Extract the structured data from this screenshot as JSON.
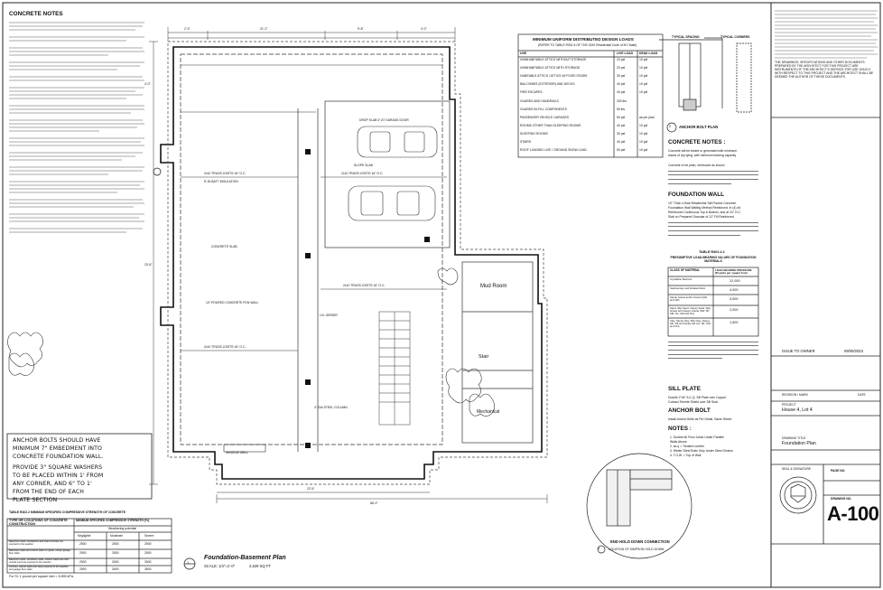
{
  "notes": {
    "concrete_notes_title": "CONCRETE NOTES",
    "concrete_notes_short_title": "CONCRETE NOTES :",
    "concrete_notes_short_1": "Concrete will be tested or generated with minimum",
    "concrete_notes_short_2": "traces of dry-tying, with minimum bearing capacity",
    "concrete_notes_short_3": "Concrete to be plain, reinforced as shown",
    "foundation_wall_title": "FOUNDATION WALL",
    "foundation_wall_1": "10\" Thick 4-Slab Residential Tall Poured Concrete",
    "foundation_wall_2": "Foundation Wall Walling Method Reinforced, in (4) #4",
    "foundation_wall_3": "Reinforced Continuous Top & Bottom, and at 24\" O.C.",
    "foundation_wall_4": "Slab on Prepared Granular of 12\" Fill Reinforced",
    "sill_plate_title": "SILL PLATE",
    "sill_plate_1": "Double 2\"x6\" A.C.Q. Sill Plate over Copper",
    "sill_plate_2": "Contact Termite Shield over Sill Seal.",
    "anchor_bolt_title": "ANCHOR BOLT",
    "anchor_bolt_1": "Install Anchor Bolts as Per Detail, Same Street.",
    "notes_title": "NOTES :",
    "notes_1": "1.  Double All Floor Joists Under Parallel",
    "notes_2": "     Walls Above.",
    "notes_3": "2.  ac.q = Treated Lumber",
    "notes_4": "3.  Wetter Steel Bolts Only Under Steel Girders",
    "notes_5": "4.  T.O.W. = Top of Wall"
  },
  "handwritten": {
    "line1": "ANCHOR BOLTS SHOULD HAVE",
    "line2": "MINIMUM 7\" EMBEDMENT INTO",
    "line3": "CONCRETE FOUNDATION WALL.",
    "line4": "PROVIDE 3\" SQUARE WASHERS",
    "line5": "TO BE PLACED WITHIN 1' FROM",
    "line6": "ANY CORNER, AND 6\" TO 1'",
    "line7": "FROM THE END OF EACH",
    "line8": "PLATE SECTION"
  },
  "live_loads": {
    "title": "MINIMUM UNIFORM DISTRIBUTED DESIGN LOADS",
    "subtitle": "(REFER TO TABLE R301.5 OF THE 2020 Residential Code of NY State)",
    "headers": [
      "USE",
      "LIVE LOAD",
      "DEAD LOAD"
    ],
    "rows": [
      [
        "UNINHABITABLE ATTICS WITHOUT STORAGE",
        "10 psf",
        "10 psf"
      ],
      [
        "UNINHABITABLE ATTICS WITH STORAGE",
        "20 psf",
        "10 psf"
      ],
      [
        "HABITABLE ATTICS / ATTICS W/ FIXED STAIRS",
        "30 psf",
        "10 psf"
      ],
      [
        "BALCONIES (EXTERIOR) AND DECKS",
        "40 psf",
        "10 psf"
      ],
      [
        "FIRE ESCAPES",
        "40 psf",
        "10 psf"
      ],
      [
        "GUARDS AND HANDRAILS",
        "200 lbs",
        ""
      ],
      [
        "GUARDS IN-FILL COMPONENTS",
        "50 lbs",
        ""
      ],
      [
        "PASSENGER VEHICLE GARAGES",
        "50 psf",
        "as per plan"
      ],
      [
        "ROOMS OTHER THAN SLEEPING ROOMS",
        "40 psf",
        "10 psf"
      ],
      [
        "SLEEPING ROOMS",
        "30 psf",
        "10 psf"
      ],
      [
        "STAIRS",
        "40 psf",
        "10 psf"
      ],
      [
        "ROOF LOADING LIVE / GROUND SNOW LOAD",
        "50 psf",
        "15 psf"
      ]
    ]
  },
  "bearing_table": {
    "title": "TABLE R401.4.1",
    "subtitle": "PRESUMPTIVE LOAD-BEARING VALUES OF FOUNDATION MATERIALS",
    "headers": [
      "CLASS OF MATERIAL",
      "LOAD-BEARING PRESSURE (Pounds per square foot)"
    ],
    "rows": [
      [
        "Crystalline Bedrock",
        "12,000"
      ],
      [
        "Sedimentary and Foliated Rock",
        "4,000"
      ],
      [
        "Sandy Gravel and/or Gravel (GW and GP)",
        "3,000"
      ],
      [
        "Sand, Silty Sand, Clayey Sand, Silty Gravel and Clayey Gravel (SW, SP, SM, SC, GM and GC)",
        "2,000"
      ],
      [
        "Clay, Sandy Clay, Silty Clay, Clayey Silt, Silt and Sandy Silt (CL, ML, MH and CH)",
        "1,500"
      ]
    ]
  },
  "exposure_table": {
    "title": "TABLE R402.2  MINIMUM SPECIFIED COMPRESSIVE STRENGTH OF CONCRETE",
    "col1": "TYPE OR LOCATIONS OF CONCRETE CONSTRUCTION",
    "col2": "MINIMUM SPECIFIED COMPRESSIVE STRENGTH (f'c)",
    "sub": "Weathering potential",
    "levels": [
      "Negligible",
      "Moderate",
      "Severe"
    ],
    "rows": [
      [
        "Basement walls, foundations and other concrete not exposed to the weather",
        "2500",
        "2500",
        "2500"
      ],
      [
        "Basement slabs and interior slabs on grade, except garage floor slabs",
        "2500",
        "2500",
        "2500"
      ],
      [
        "Basement walls, foundation walls, exterior walls and other vertical concrete exposed to the weather",
        "2500",
        "3000",
        "3000"
      ],
      [
        "Porches, carport slabs and steps exposed to the weather, and garage floor slabs",
        "2500",
        "3000",
        "3500"
      ]
    ],
    "footnote": "For SI: 1 pound per square inch = 6.895 kPa."
  },
  "plan": {
    "title": "Foundation-Basement Plan",
    "scale": "SCALE: 1/4\"=1'-0\"",
    "area": "2,629 SQ FT",
    "mud_room": "Mud Room",
    "stair": "Stair",
    "mech_room": "Mechanical",
    "concrete_slab": "CONCRETE SLAB",
    "slope_slab": "SLOPE SLAB",
    "drop_slab": "DROP SLAB 4\" AT GARAGE DOOR",
    "joist_note_1": "2x10 TRUSS JOISTS 16\" O.C.",
    "joist_note_2": "2x10 TRUSS JOISTS 16\" O.C.",
    "joist_note_3": "2x10 TRUSS JOISTS 16\" O.C.",
    "joist_note_4": "2x10 TRUSS JOISTS 16\" O.C.",
    "insulation": "R-30 BATT INSULATION",
    "footing_note": "10\" POURED CONCRETE FDN WALL",
    "steel_column": "4\" DIA STEEL COLUMN",
    "girder": "LVL GIRDER",
    "dims_top": [
      "2'-0\"",
      "21'-2\"",
      "9'-8\"",
      "3'-0\""
    ],
    "dim_overall": "68'-2\"",
    "dim_bottom": "22'-6\"",
    "dims_left": [
      "4'-0\"",
      "23'-6\""
    ],
    "window_well": "WINDOW WELL",
    "anchor_detail": "END HOLD DOWN CONNECTION",
    "anchor_detail_note": "LOCATION OF SIMPSON HOLD DOWN",
    "detail_1": "1",
    "detail_2": "2",
    "anchor_bolt_plan": "ANCHOR BOLT PLAN",
    "typical_spacing": "TYPICAL SPACING",
    "typical_corners": "TYPICAL CORNERS"
  },
  "title_block": {
    "disclaimer": "THE DRAWINGS, SPECIFICATIONS AND OTHER DOCUMENTS PREPARED BY THE ARCHITECT FOR THIS PROJECT ARE INSTRUMENTS OF THE ARCHITECT'S SERVICE FOR USE SOLELY WITH RESPECT TO THIS PROJECT AND THE ARCHITECT SHALL BE DEEMED THE AUTHOR OF THESE DOCUMENTS.",
    "issue_label": "ISSUE TO OWNER",
    "issue_date": "09/09/2023",
    "revision_label": "REVISION / MARK",
    "date_label": "DATE",
    "project_label": "PROJECT",
    "project_name": "House 4, Lot 4",
    "drawing_label": "DRAWING TITLE",
    "drawing_name": "Foundation Plan",
    "page_label": "PAGE NO.",
    "drawing_no_label": "DRAWING NO.",
    "sheet_no": "A-100",
    "seal_label": "SEAL & SIGNATURE"
  }
}
